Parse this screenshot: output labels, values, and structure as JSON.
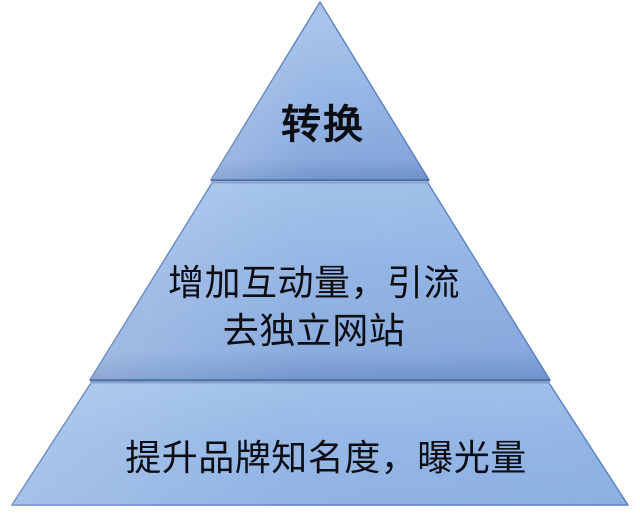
{
  "diagram": {
    "type": "pyramid",
    "title": "",
    "orientation": "apex-up",
    "tier_count": 3,
    "colors": {
      "fill_light": "#a8c5ea",
      "fill_base": "#8cade2",
      "fill_dark": "#6e93cf",
      "edge": "#5b7fbd",
      "divider": "#41689f",
      "text": "#0d0d14",
      "background": "#ffffff"
    },
    "tiers": [
      {
        "id": "tier-top",
        "position": "top",
        "level": 1,
        "label": "转换",
        "lines": [
          "转换"
        ]
      },
      {
        "id": "tier-middle",
        "position": "middle",
        "level": 2,
        "label": "增加互动量，引流去独立网站",
        "lines": [
          "增加互动量，引流",
          "去独立网站"
        ]
      },
      {
        "id": "tier-bottom",
        "position": "bottom",
        "level": 3,
        "label": "提升品牌知名度，曝光量",
        "lines": [
          "提升品牌知名度，曝光量"
        ]
      }
    ]
  }
}
